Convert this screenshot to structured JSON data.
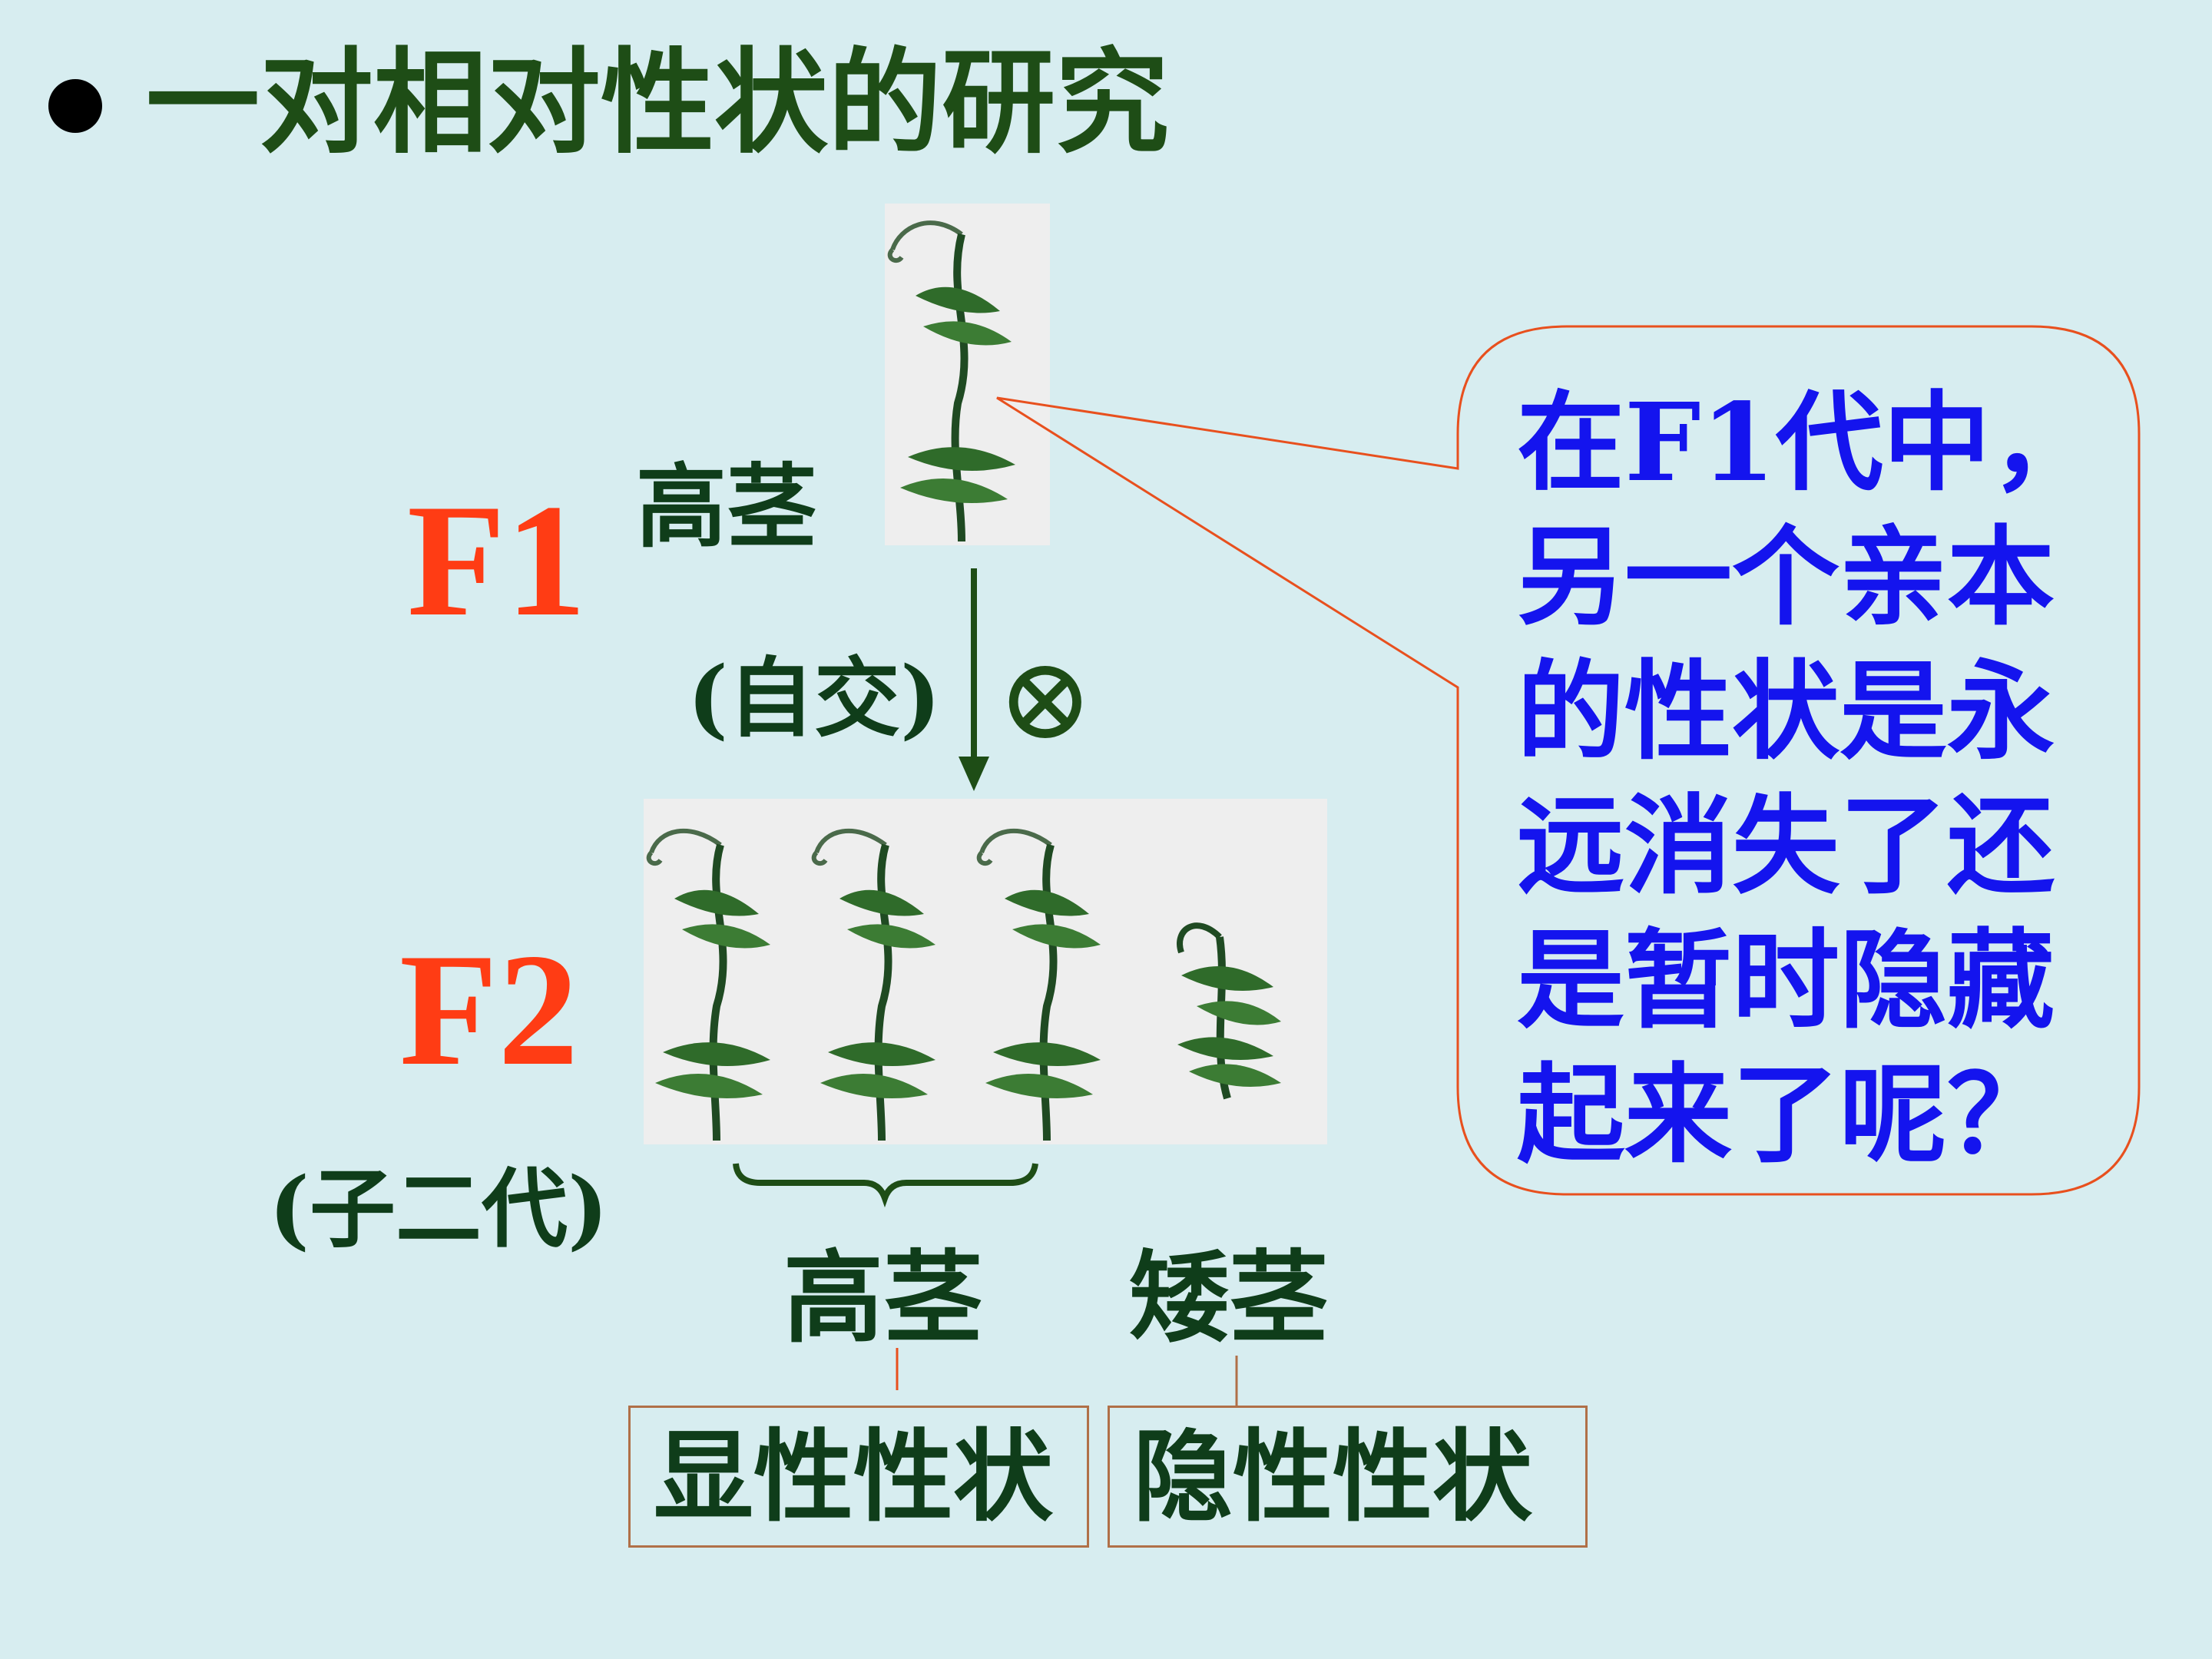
{
  "title": "一对相对性状的研究",
  "f1_label": "F1",
  "f1_trait": "高茎",
  "selfing_label": "(自交)",
  "selfing_symbol": "⊗",
  "f2_label": "F2",
  "f2_sub": "(子二代)",
  "f2_tall": "高茎",
  "f2_dwarf": "矮茎",
  "dominant_box": "显性性状",
  "recessive_box": "隐性性状",
  "bubble_text": "在F1代中，另一个亲本的性状是永远消失了还是暂时隐藏起来了呢？",
  "colors": {
    "background": "#d7edf0",
    "generation": "#ff3c14",
    "label": "#0f3d1a",
    "bubble_text": "#1414ee",
    "callout_line": "#e8501e",
    "box_border": "#b07048"
  }
}
